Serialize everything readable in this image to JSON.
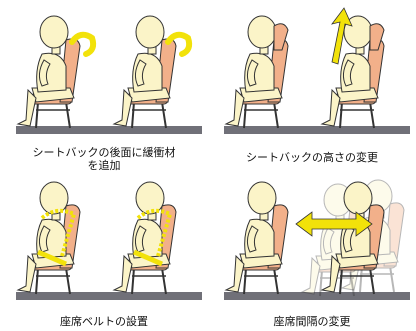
{
  "panels": [
    {
      "id": "cushion",
      "caption_lines": [
        "シートバックの後面に緩衝材",
        "を追加"
      ]
    },
    {
      "id": "height",
      "caption_lines": [
        "シートバックの高さの変更"
      ]
    },
    {
      "id": "belt",
      "caption_lines": [
        "座席ベルトの設置"
      ]
    },
    {
      "id": "spacing",
      "caption_lines": [
        "座席間隔の変更"
      ]
    }
  ],
  "colors": {
    "seat": "#f2b08a",
    "body": "#fbf4c8",
    "floor": "#707078",
    "arrow": "#f2e20a",
    "outline": "#333333"
  }
}
